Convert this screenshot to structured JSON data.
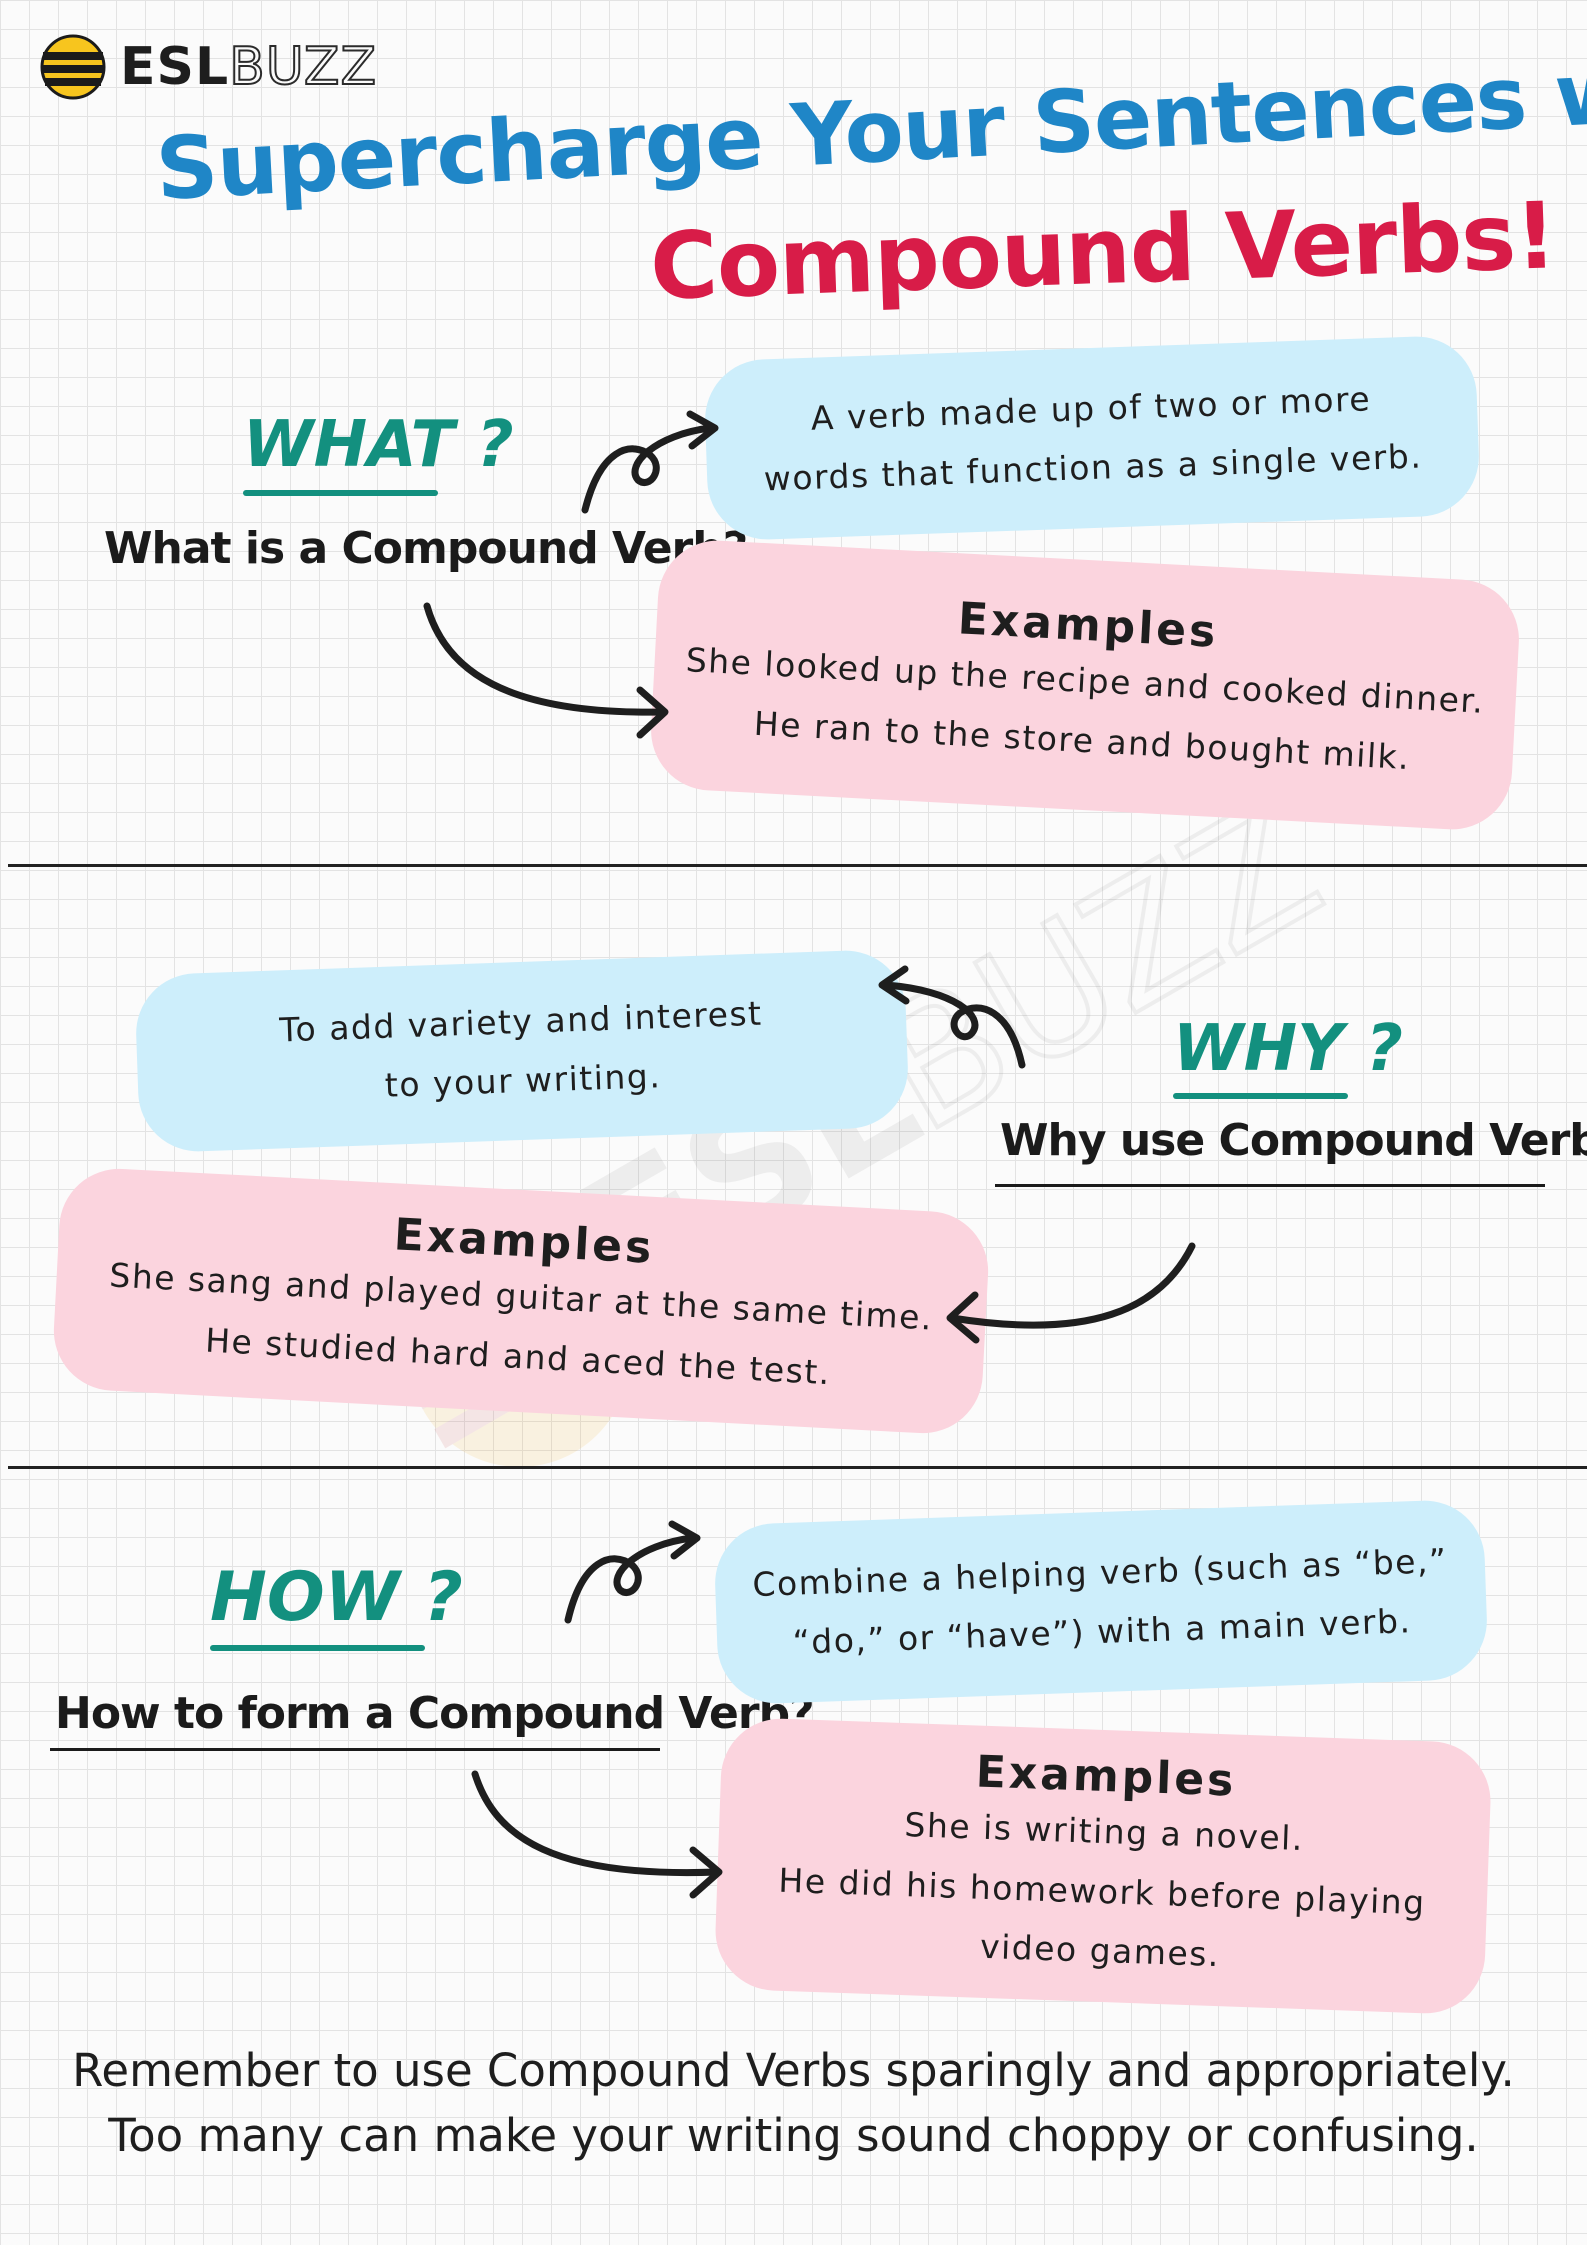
{
  "logo": {
    "bold": "ESL",
    "outline": "BUZZ"
  },
  "title": {
    "line1": "Supercharge Your Sentences with",
    "line2": "Compound Verbs!"
  },
  "what": {
    "question": "WHAT ?",
    "subtitle": "What is a Compound Verb?",
    "definition": [
      "A verb made up of two or more",
      "words that function as a single verb."
    ],
    "examples_title": "Examples",
    "examples": [
      "She looked up the recipe and cooked dinner.",
      "He ran to the store and bought milk."
    ]
  },
  "why": {
    "question": "WHY ?",
    "subtitle": "Why use Compound Verbs?",
    "definition": [
      "To add variety and interest",
      "to your writing."
    ],
    "examples_title": "Examples",
    "examples": [
      "She sang and played guitar at the same time.",
      "He studied hard and aced the test."
    ]
  },
  "how": {
    "question": "HOW ?",
    "subtitle": "How to form a Compound Verb?",
    "definition": [
      "Combine a helping verb (such as “be,”",
      "“do,” or “have”) with a main verb."
    ],
    "examples_title": "Examples",
    "examples": [
      "She is writing a novel.",
      "He did his homework before playing",
      "video games."
    ]
  },
  "footer": {
    "line1": "Remember to use Compound Verbs sparingly and appropriately.",
    "line2": "Too many can make your writing sound choppy or confusing."
  },
  "colors": {
    "blue": "#1f86c7",
    "red": "#d81c48",
    "teal": "#13907f",
    "bubble_blue": "#cdeefb",
    "bubble_pink": "#fbd4de"
  }
}
